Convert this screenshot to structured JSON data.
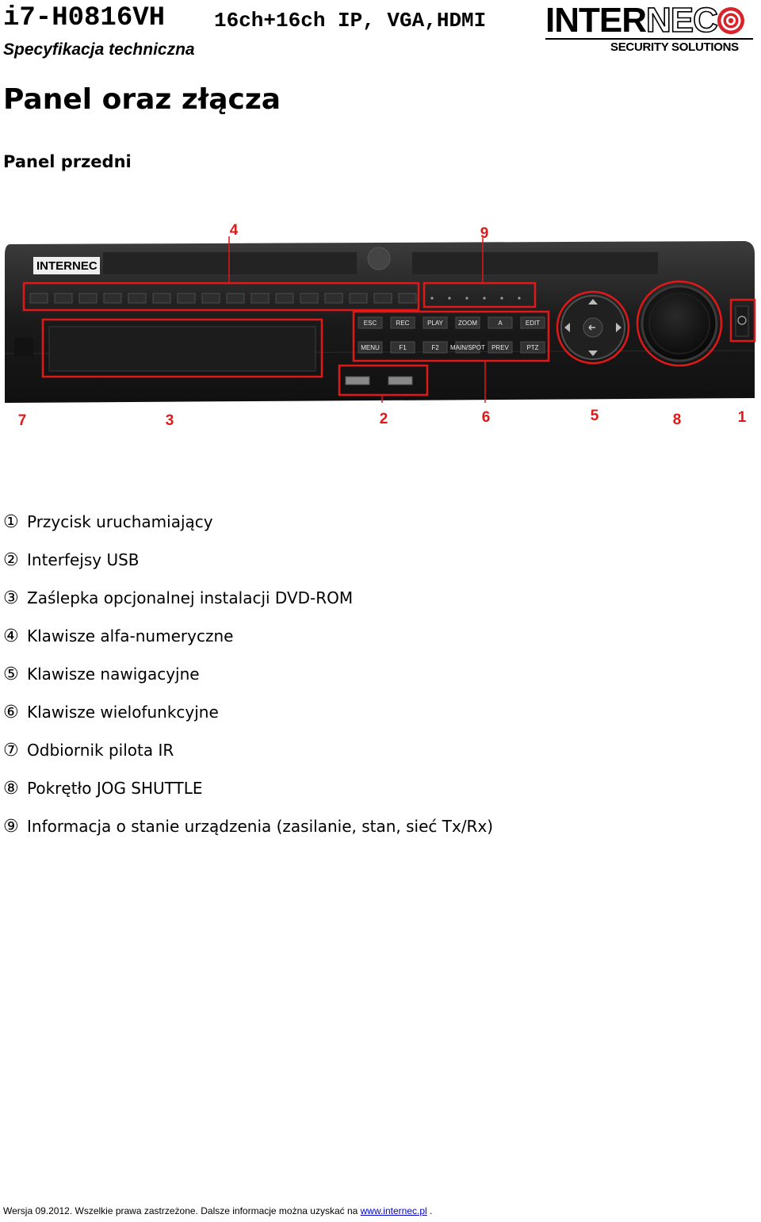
{
  "header": {
    "model": "i7-H0816VH",
    "channels": "16ch+16ch IP, VGA,HDMI",
    "subtitle": "Specyfikacja techniczna",
    "logo": {
      "word_solid": "INTER",
      "word_outline": "NEC",
      "tagline": "SECURITY SOLUTIONS",
      "brand_red": "#d8232a"
    }
  },
  "page_title": "Panel oraz złącza",
  "section_title": "Panel przedni",
  "device_image": {
    "logo_text": "INTERNEC",
    "callouts": [
      "1",
      "2",
      "3",
      "4",
      "5",
      "6",
      "7",
      "8",
      "9"
    ],
    "buttons": [
      "ESC",
      "REC",
      "PLAY",
      "ZOOM",
      "A",
      "EDIT",
      "MENU",
      "F1",
      "F2",
      "MAIN/SPOT",
      "PREV",
      "PTZ"
    ],
    "highlight_color": "#e01818"
  },
  "legend": [
    {
      "num": "①",
      "text": "Przycisk uruchamiający"
    },
    {
      "num": "②",
      "text": "Interfejsy USB"
    },
    {
      "num": "③",
      "text": "Zaślepka opcjonalnej instalacji DVD-ROM"
    },
    {
      "num": "④",
      "text": "Klawisze alfa-numeryczne"
    },
    {
      "num": "⑤",
      "text": "Klawisze nawigacyjne"
    },
    {
      "num": "⑥",
      "text": "Klawisze wielofunkcyjne"
    },
    {
      "num": "⑦",
      "text": "Odbiornik pilota IR"
    },
    {
      "num": "⑧",
      "text": "Pokrętło JOG SHUTTLE"
    },
    {
      "num": "⑨",
      "text": "Informacja o stanie urządzenia (zasilanie, stan, sieć Tx/Rx)"
    }
  ],
  "footer": {
    "text_before": "Wersja 09.2012. Wszelkie prawa zastrzeżone. Dalsze informacje można uzyskać na ",
    "link": "www.internec.pl",
    "text_after": " ."
  }
}
